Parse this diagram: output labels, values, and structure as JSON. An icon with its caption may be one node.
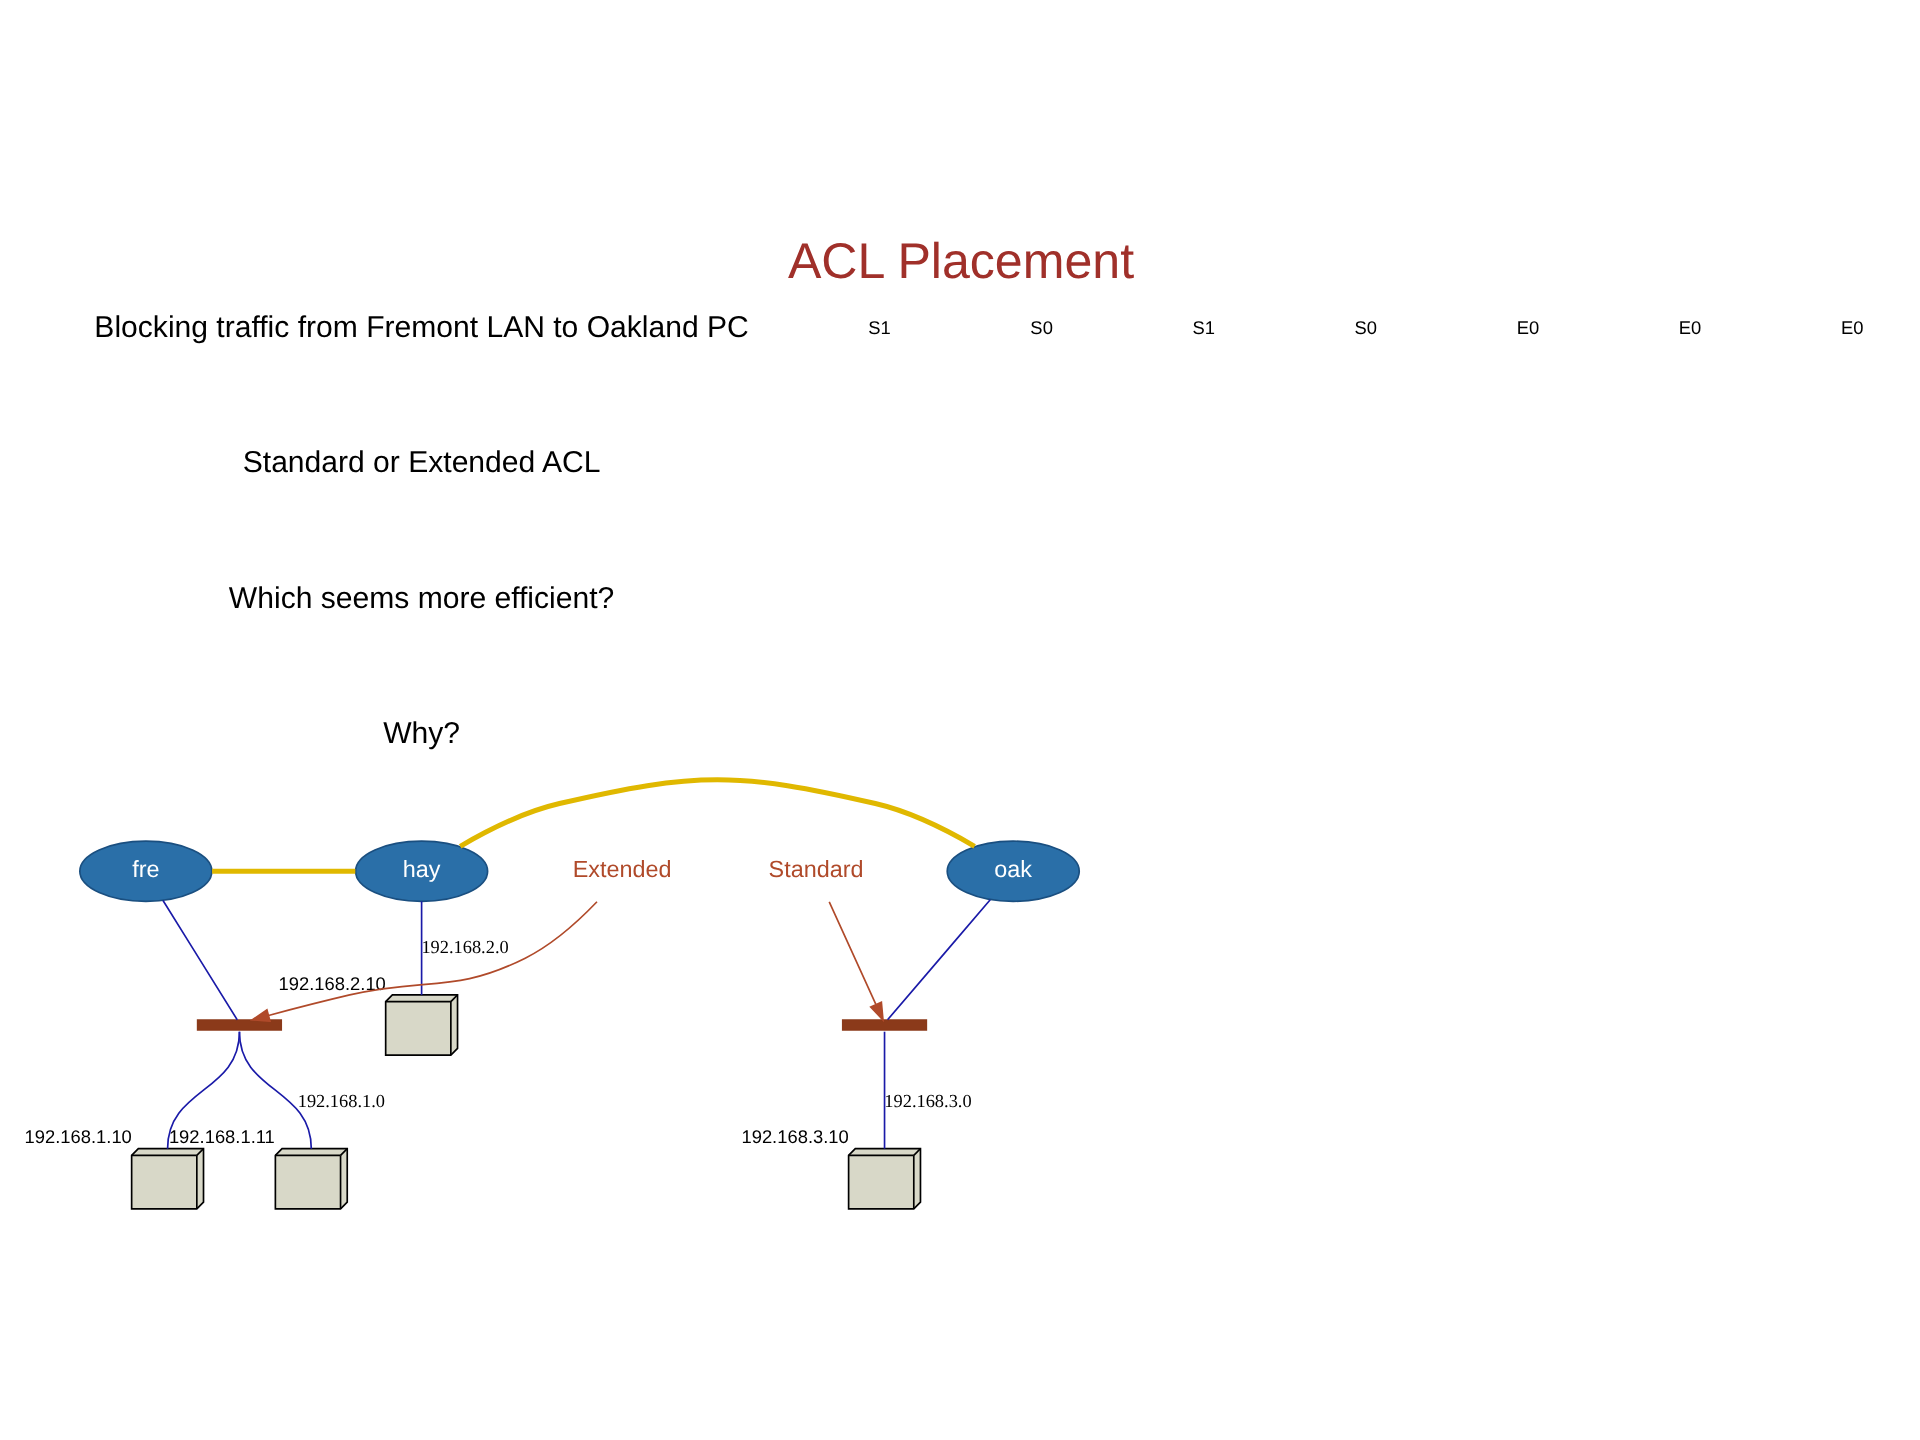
{
  "diagram": {
    "title": "ACL Placement",
    "nodes": [
      {
        "text": [
          "fre"
        ]
      },
      {
        "text": [
          "hay"
        ]
      },
      {
        "text": [
          "oak"
        ]
      },
      {
        "text": [],
        "shape": "computer",
        "beside": [
          "192.168.1.11"
        ]
      },
      {
        "text": [],
        "shape": "computer",
        "beside": [
          "192.168.1.10"
        ]
      },
      {
        "text": [],
        "shape": "computer",
        "beside": [
          "192.168.2.10"
        ]
      },
      {
        "text": [],
        "shape": "computer",
        "beside": [
          "192.168.3.10"
        ]
      },
      {
        "text": [
          "Extended"
        ]
      },
      {
        "text": [
          "Standard"
        ]
      },
      {
        "text": [],
        "shape": "bar"
      },
      {
        "text": [],
        "shape": "bar"
      }
    ],
    "edges": [
      {
        "from": 0,
        "to": 1,
        "arrow": "none",
        "style": "thick",
        "color": "#e0b800"
      },
      {
        "from": 1,
        "to": 2,
        "arrow": "none",
        "style": "thick",
        "color": "#e0b800"
      },
      {
        "from": 0,
        "to": 9,
        "arrow": "none"
      },
      {
        "from": 9,
        "to": 3,
        "arrow": "none",
        "label": "192.168.1.0"
      },
      {
        "from": 9,
        "to": 4,
        "arrow": "none"
      },
      {
        "from": 1,
        "to": 5,
        "arrow": "none",
        "label": "192.168.2.0"
      },
      {
        "from": 2,
        "to": 10,
        "arrow": "none"
      },
      {
        "from": 10,
        "to": 6,
        "arrow": "none",
        "label": "192.168.3.0"
      },
      {
        "from": 7,
        "to": 9,
        "arrow": "to",
        "color": "#b04a2a"
      },
      {
        "from": 8,
        "to": 10,
        "arrow": "to",
        "color": "#b04a2a"
      }
    ],
    "labels": [
      "Blocking traffic from Fremont LAN to Oakland PC",
      "Standard or Extended ACL",
      "Which seems more efficient?",
      "Why?",
      "S1",
      "S0",
      "S1",
      "S0",
      "E0",
      "E0",
      "E0"
    ]
  }
}
